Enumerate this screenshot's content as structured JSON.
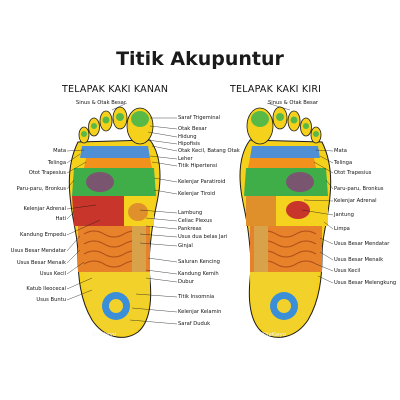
{
  "title": "Titik Akupuntur",
  "headings": {
    "right_sole": "TELAPAK KAKI KANAN",
    "left_sole": "TELAPAK KAKI KIRI"
  },
  "watermark": "KitaKaryo",
  "right_sole_outer_labels": [
    "Sinus & Otak Besar",
    "Mata",
    "Telinga",
    "Otot Trapesius",
    "Paru-paru, Bronkus",
    "Kelenjar Adrenal",
    "Hati",
    "Kandung Empedu",
    "Usus Besar Mendatar",
    "Usus Besar Menaik",
    "Usus Kecil",
    "Katub Ileocecal",
    "Usus Buntu"
  ],
  "center_labels": [
    "Saraf Trigeminal",
    "Otak Besar",
    "Hidung",
    "Hipofisis",
    "Otak Kecil, Batang Otak",
    "Leher",
    "Titik Hipertensi",
    "Kelenjar Paratiroid",
    "Kelenjar Tiroid",
    "Lambung",
    "Celiac Plexus",
    "Pankreas",
    "Usus dua belas Jari",
    "Ginjal",
    "Saluran Kencing",
    "Kandung Kemih",
    "Dubur",
    "Titik Insomnia",
    "Kelenjar Kelamin",
    "Saraf Duduk"
  ],
  "left_sole_outer_labels": [
    "Sinus & Otak Besar",
    "Mata",
    "Telinga",
    "Otot Trapesius",
    "Paru-paru, Bronkus",
    "Kelenjar Adrenal",
    "Jantung",
    "Limpa",
    "Usus Besar Mendatar",
    "Usus Besar Menaik",
    "Usus Kecil",
    "Usus Besar Melengkung"
  ],
  "colors": {
    "toe_yellow": "#f6d11c",
    "toe_tip_green": "#59b947",
    "eye_ear_blue": "#4f8fd6",
    "lung_green": "#3fae49",
    "neck_orange": "#f2911c",
    "liver_red": "#c8352a",
    "stomach_yellow": "#f5d21e",
    "intestine_orange": "#e8822a",
    "intestine_tan": "#d8a24a",
    "heel_yellow": "#f2d22a",
    "heel_blue": "#3b8ed8",
    "outline": "#1b1b1b"
  }
}
